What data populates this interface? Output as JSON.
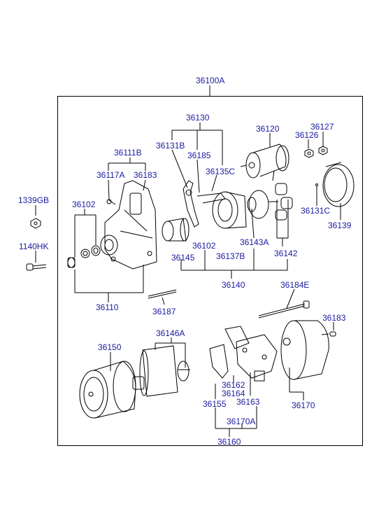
{
  "parts": {
    "p36100A": "36100A",
    "p36130": "36130",
    "p36131B": "36131B",
    "p36185": "36185",
    "p36135C": "36135C",
    "p36120": "36120",
    "p36127": "36127",
    "p36126": "36126",
    "p36111B": "36111B",
    "p36117A": "36117A",
    "p36183a": "36183",
    "p1339GB": "1339GB",
    "p36102a": "36102",
    "p36131C": "36131C",
    "p36139": "36139",
    "p1140HK": "1140HK",
    "p36143A": "36143A",
    "p36102b": "36102",
    "p36142": "36142",
    "p36145": "36145",
    "p36137B": "36137B",
    "p36140": "36140",
    "p36184E": "36184E",
    "p36110": "36110",
    "p36187": "36187",
    "p36183b": "36183",
    "p36146A": "36146A",
    "p36150": "36150",
    "p36162": "36162",
    "p36164": "36164",
    "p36163": "36163",
    "p36155": "36155",
    "p36170": "36170",
    "p36170A": "36170A",
    "p36160": "36160"
  },
  "colors": {
    "label": "#1a1aa0",
    "line": "#000000",
    "frame": "#000000"
  }
}
